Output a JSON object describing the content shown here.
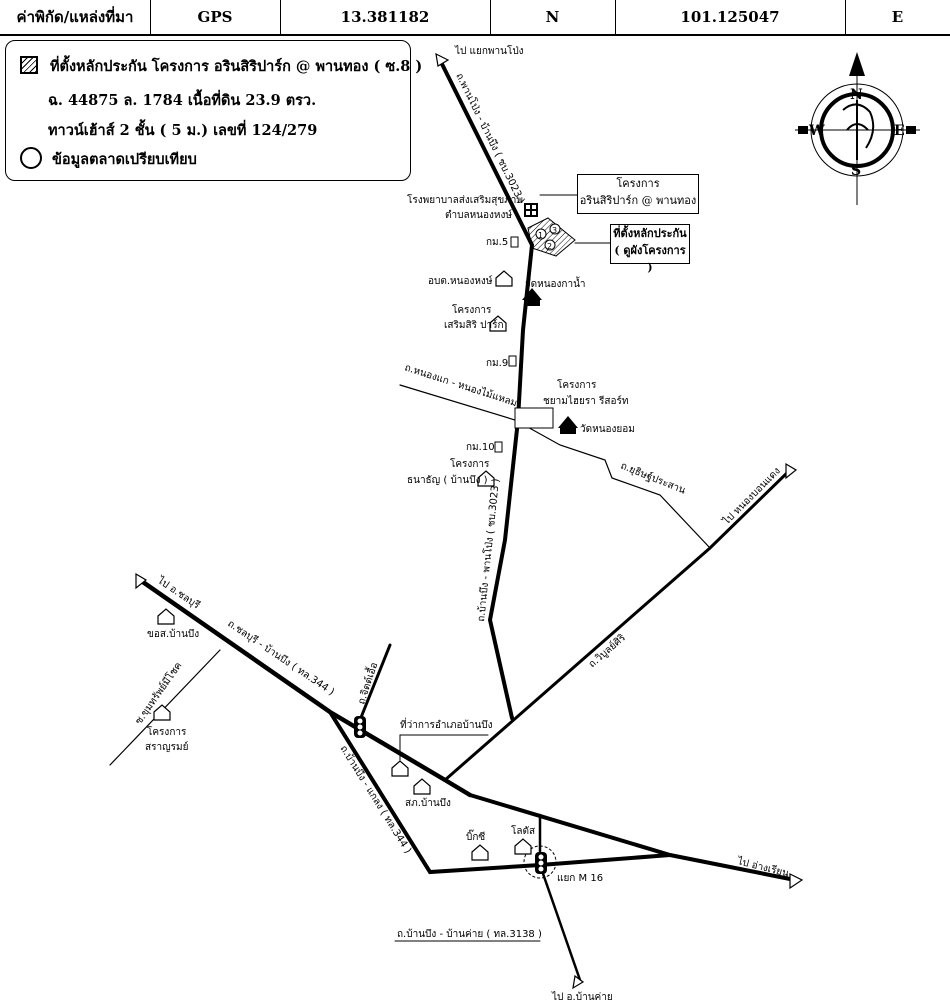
{
  "header": {
    "coord_label": "ค่าพิกัด/แหล่งที่มา",
    "source": "GPS",
    "lat": "13.381182",
    "lat_dir": "N",
    "lon": "101.125047",
    "lon_dir": "E"
  },
  "legend": {
    "line1": "ที่ตั้งหลักประกัน โครงการ อรินสิริปาร์ก @ พานทอง ( ซ.8 )",
    "line2": "ฉ. 44875  ล. 1784  เนื้อที่ดิน 23.9 ตรว.",
    "line3": "ทาวน์เฮ้าส์ 2 ชั้น ( 5 ม.) เลขที่ 124/279",
    "line4": "ข้อมูลตลาดเปรียบเทียบ"
  },
  "compass": {
    "n": "N",
    "s": "S",
    "e": "E",
    "w": "W"
  },
  "boxes": {
    "project_1": "โครงการ",
    "project_2": "อรินสิริปาร์ก @ พานทอง",
    "collateral_1": "ที่ตั้งหลักประกัน",
    "collateral_2": "( ดูผังโครงการ )"
  },
  "labels": {
    "to_panthong_junction": "ไป แยกพานโป่ง",
    "road_3023_north": "ถ.พานโป่ง - บ้านบึง ( ชบ.3023 )",
    "hospital_1": "โรงพยาบาลส่งเสริมสุขภาพ",
    "hospital_2": "ตำบลหนองหงษ์",
    "km5": "กม.5",
    "abt": "อบต.หนองหงษ์",
    "wat_nongkanam": "วัดหนองกาน้ำ",
    "project_sermsiri_1": "โครงการ",
    "project_sermsiri_2": "เสริมสิริ ปาร์ก",
    "km9": "กม.9",
    "road_nongkae": "ถ.หนองแก - หนองไม้แหลม",
    "project_sam_1": "โครงการ",
    "project_sam_2": "ชยามไฮยรา รีสอร์ท",
    "wat_nongyom": "วัดหนองยอม",
    "km10": "กม.10",
    "project_thanathan_1": "โครงการ",
    "project_thanathan_2": "ธนาธัญ ( บ้านบึง )",
    "road_sukhumvit": "ถ.ยุธิษฐ์ประสาน",
    "to_nongborn": "ไป หนองบอนแดง",
    "road_3023_south": "ถ.บ้านบึง - พานโป่ง ( ชบ.3023 )",
    "road_wiboon": "ถ.วิบูลย์ศิริ",
    "to_chonburi": "ไป อ.ชลบุรี",
    "school": "ขอส.บ้านบึง",
    "road_344": "ถ.ชลบุรี - บ้านบึง ( ทล.344 )",
    "road_chitmai": "ถ.จิตต์เอื้อ",
    "road_kumsuan": "ซ.ขุมทรัพย์มีโชค",
    "project_saranrom_1": "โครงการ",
    "project_saranrom_2": "สราญรมย์",
    "district_office": "ที่ว่าการอำเภอบ้านบึง",
    "police": "สภ.บ้านบึง",
    "road_344b": "ถ.บ้านบึง - แกลง ( ทล.344 )",
    "bigc": "บิ๊กซี",
    "lotus": "โลตัส",
    "m16": "แยก M 16",
    "to_amphoe": "ไป อ่างเรียน",
    "road_3138": "ถ.บ้านบึง - บ้านค่าย ( ทล.3138 )",
    "to_bankhai": "ไป อ.บ้านค่าย"
  },
  "markers": {
    "m1": "1",
    "m2": "2",
    "m3": "3"
  }
}
